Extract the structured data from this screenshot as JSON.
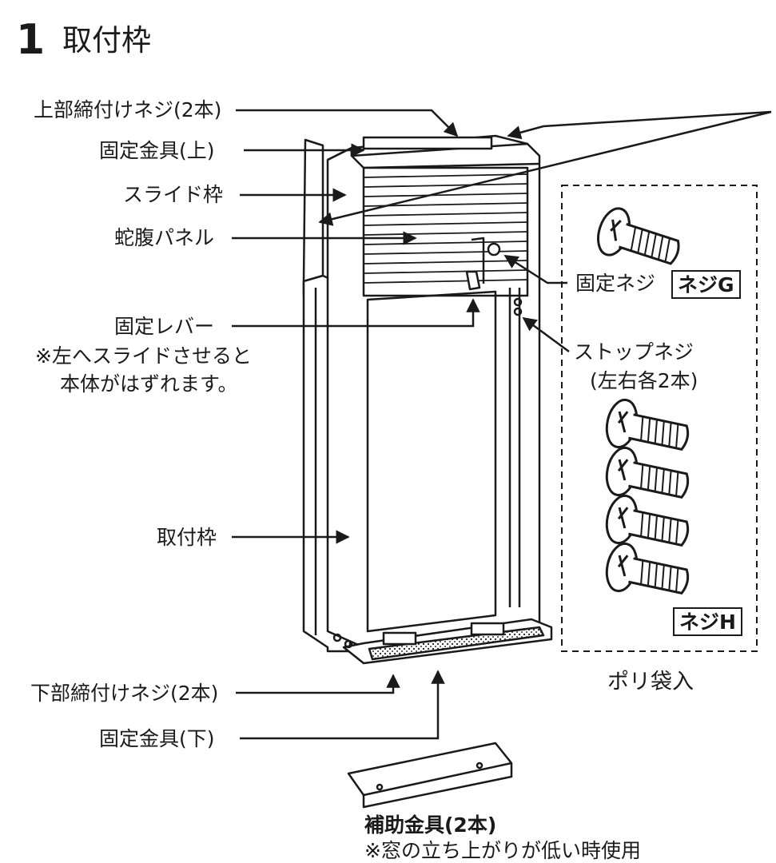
{
  "title": {
    "number": "1",
    "text": "取付枠"
  },
  "labels": {
    "upper_screw": "上部締付けネジ(2本)",
    "bracket_top": "固定金具(上)",
    "slide_frame": "スライド枠",
    "bellows_panel": "蛇腹パネル",
    "fixing_lever": "固定レバー",
    "lever_note_1": "※左へスライドさせると",
    "lever_note_2": "本体がはずれます。",
    "mount_frame": "取付枠",
    "lower_screw": "下部締付けネジ(2本)",
    "bracket_bottom": "固定金具(下)",
    "aux_bracket": "補助金具(2本)",
    "aux_note": "※窓の立ち上がりが低い時使用",
    "fixing_screw": "固定ネジ",
    "stop_screw": "ストップネジ",
    "stop_screw_count": "(左右各2本)",
    "poly_bag": "ポリ袋入"
  },
  "badges": {
    "screw_g": "ネジG",
    "screw_h": "ネジH"
  }
}
